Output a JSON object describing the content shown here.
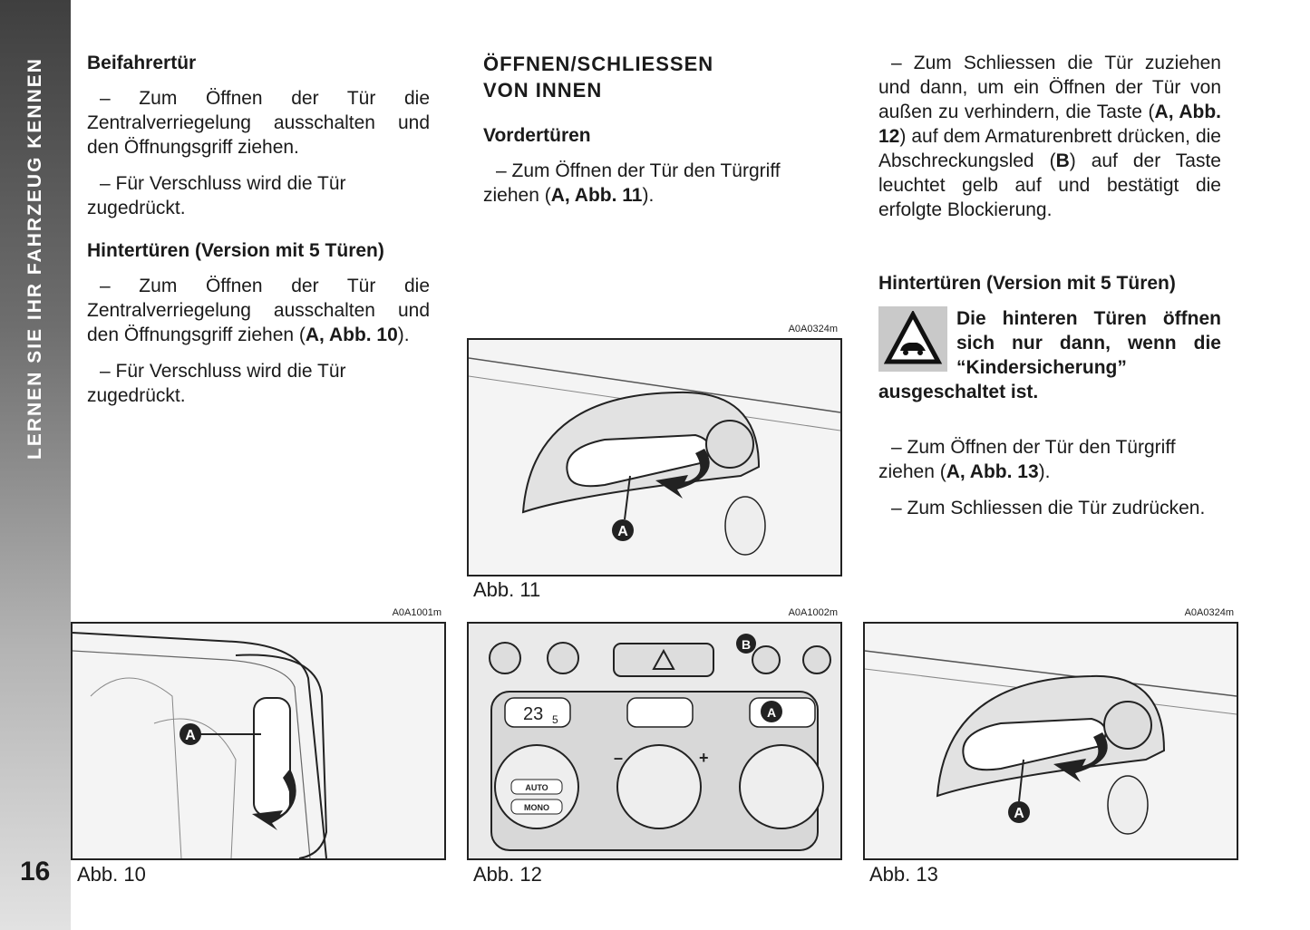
{
  "sidebar": {
    "title": "LERNEN SIE IHR FAHRZEUG KENNEN"
  },
  "page_number": "16",
  "col1": {
    "h1": "Beifahrertür",
    "p1": "– Zum Öffnen der Tür die Zentralverriegelung ausschalten und den Öffnungsgriff ziehen.",
    "p2": "– Für Verschluss wird die Tür zugedrückt.",
    "h2": "Hintertüren (Version mit 5 Türen)",
    "p3_pre": "– Zum Öffnen der Tür die Zentralverriegelung ausschalten und den Öffnungsgriff ziehen (",
    "p3_ref": "A, Abb. 10",
    "p3_post": ").",
    "p4": "– Für Verschluss wird die Tür zugedrückt."
  },
  "col2": {
    "h1_line1": "ÖFFNEN/SCHLIESSEN",
    "h1_line2": "VON INNEN",
    "h2": "Vordertüren",
    "p1_pre": "– Zum Öffnen der Tür den Türgriff ziehen (",
    "p1_ref": "A, Abb. 11",
    "p1_post": ")."
  },
  "col3": {
    "p1_a": "– Zum Schliessen die Tür zuziehen und dann, um ein Öffnen der Tür von außen zu verhindern, die Taste (",
    "p1_ref1": "A, Abb. 12",
    "p1_b": ") auf dem Armaturenbrett drücken, die Abschreckungsled (",
    "p1_ref2": "B",
    "p1_c": ") auf der Taste leuchtet gelb auf und bestätigt die erfolgte Blockierung.",
    "h1": "Hintertüren (Version mit 5 Türen)",
    "warning": "Die hinteren Türen öffnen sich nur dann, wenn die “Kindersicherung” ausgeschaltet ist.",
    "p2_pre": "– Zum Öffnen der Tür den Türgriff ziehen (",
    "p2_ref": "A, Abb. 13",
    "p2_post": ").",
    "p3": "– Zum Schliessen die Tür zudrücken."
  },
  "figures": {
    "fig11": {
      "code": "A0A0324m",
      "caption": "Abb. 11",
      "label": "A"
    },
    "fig10": {
      "code": "A0A1001m",
      "caption": "Abb. 10",
      "label": "A"
    },
    "fig12": {
      "code": "A0A1002m",
      "caption": "Abb. 12",
      "label_a": "A",
      "label_b": "B",
      "display": "23",
      "display_small": "5",
      "btn_auto": "AUTO",
      "btn_mono": "MONO",
      "plus": "+",
      "minus": "–"
    },
    "fig13": {
      "code": "A0A0324m",
      "caption": "Abb. 13",
      "label": "A"
    }
  }
}
